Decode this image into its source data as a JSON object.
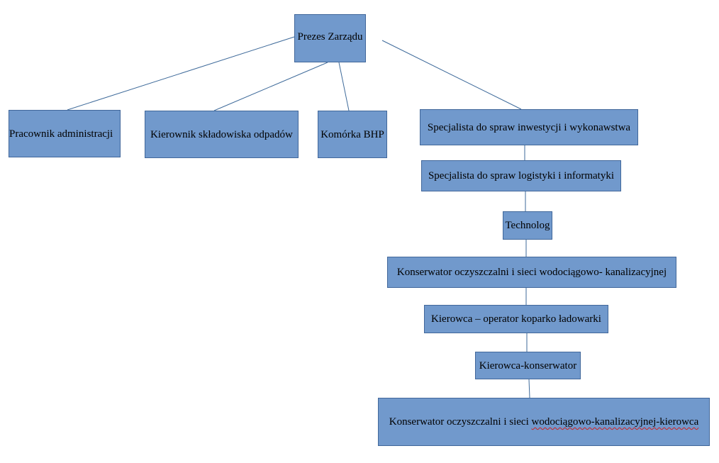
{
  "diagram": {
    "root": {
      "label": "Prezes Zarządu"
    },
    "branches": [
      {
        "label": "Pracownik administracji"
      },
      {
        "label": "Kierownik składowiska odpadów"
      },
      {
        "label": "Komórka BHP"
      }
    ],
    "chain": [
      {
        "label": "Specjalista do spraw inwestycji i wykonawstwa"
      },
      {
        "label": "Specjalista do spraw logistyki i informatyki"
      },
      {
        "label": "Technolog"
      },
      {
        "label": "Konserwator oczyszczalni i sieci wodociągowo- kanalizacyjnej"
      },
      {
        "label": "Kierowca – operator koparko ładowarki"
      },
      {
        "label": "Kierowca-konserwator"
      },
      {
        "label_prefix": "Konserwator oczyszczalni i sieci ",
        "label_flagged": "wodociągowo-kanalizacyjnej-kierowca"
      }
    ],
    "colors": {
      "box_fill": "#7199cc",
      "box_border": "#41679a",
      "connector": "#3e6a9a",
      "spellcheck_underline": "#d02020"
    }
  }
}
